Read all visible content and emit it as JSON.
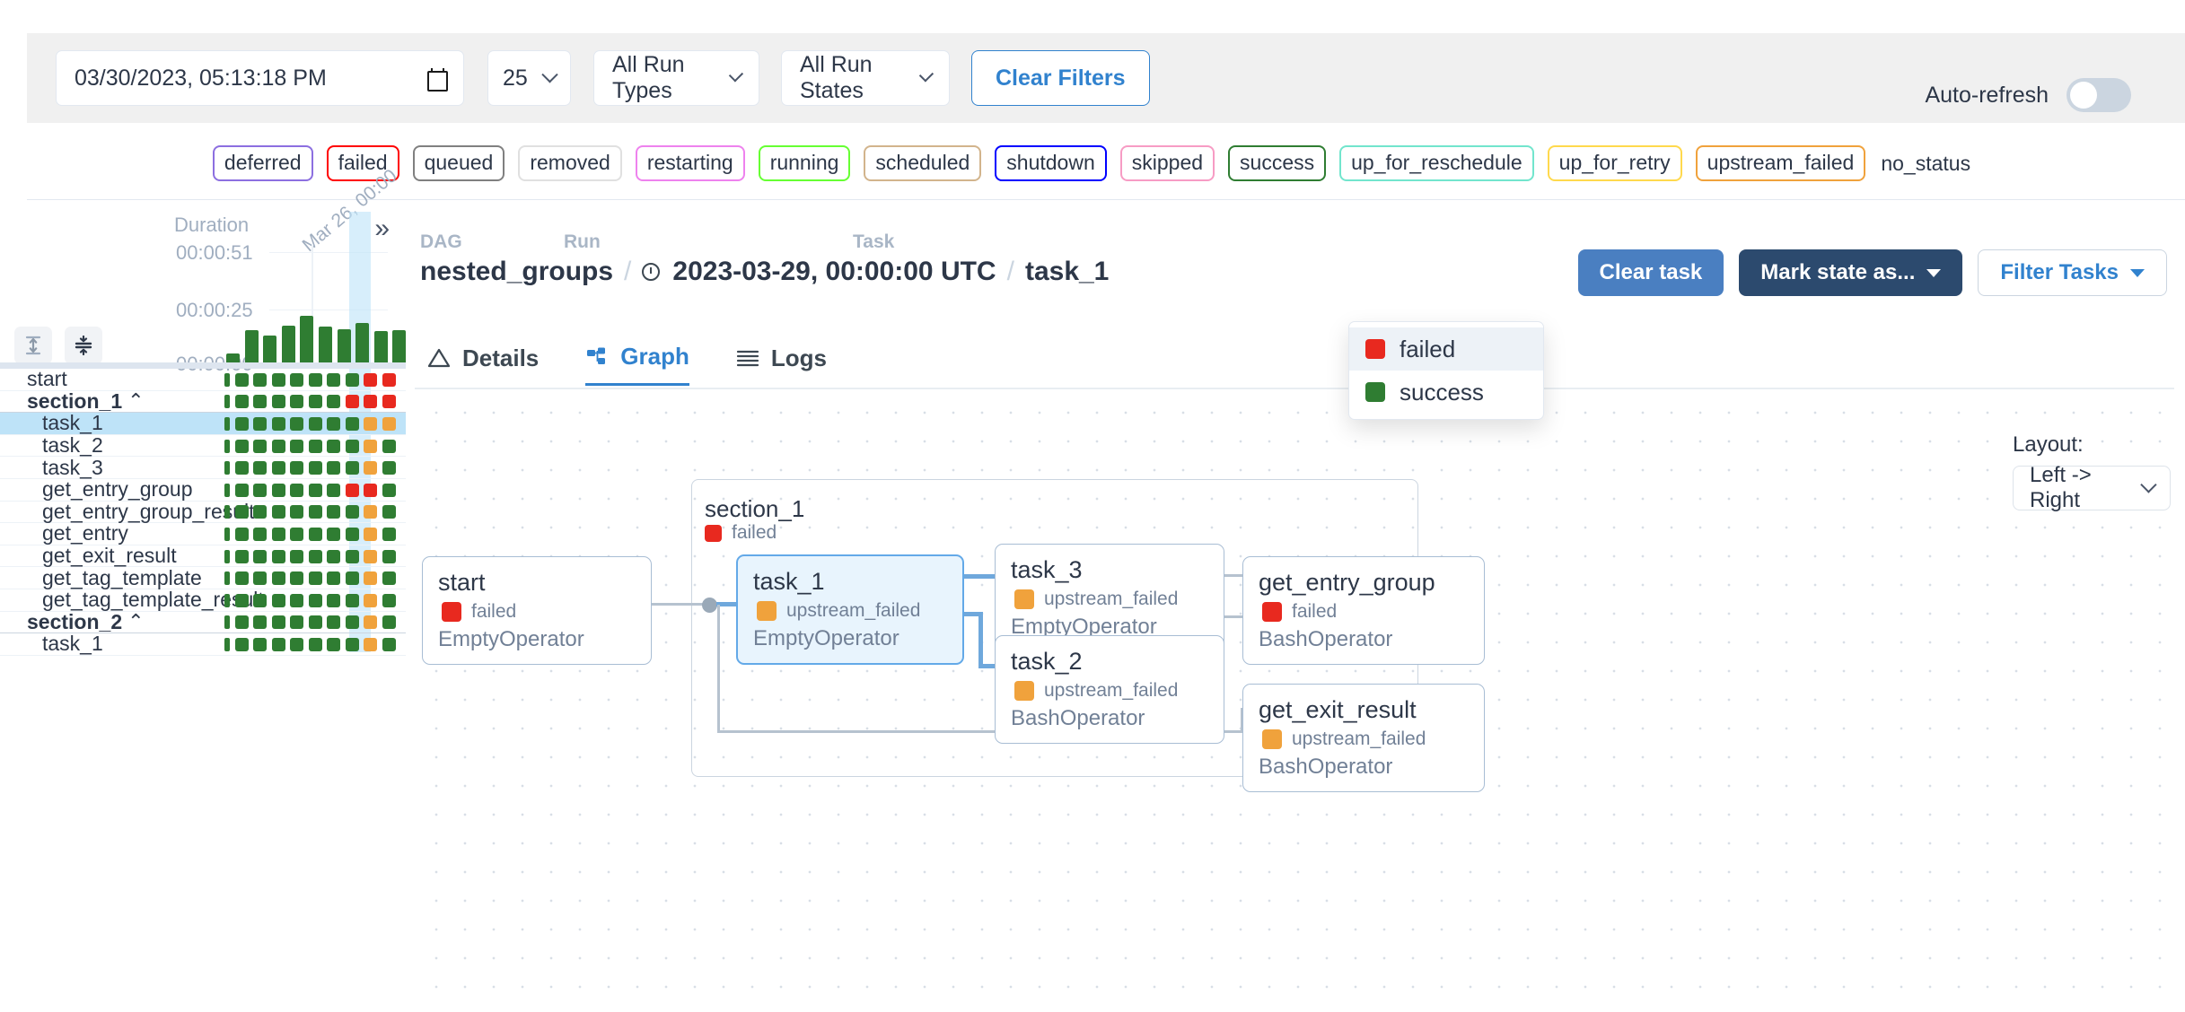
{
  "filters": {
    "date_value": "03/30/2023, 05:13:18 PM",
    "calendar_icon": "calendar-icon",
    "page_size": "25",
    "run_types": "All Run Types",
    "run_states": "All Run States",
    "clear_filters_label": "Clear Filters",
    "auto_refresh_label": "Auto-refresh",
    "auto_refresh_on": false
  },
  "legend": {
    "items": [
      {
        "label": "deferred",
        "color": "#8c6fe0"
      },
      {
        "label": "failed",
        "color": "#ff0000"
      },
      {
        "label": "queued",
        "color": "#808080"
      },
      {
        "label": "removed",
        "color": "#e0e0e0"
      },
      {
        "label": "restarting",
        "color": "#ee82ee"
      },
      {
        "label": "running",
        "color": "#66ff33"
      },
      {
        "label": "scheduled",
        "color": "#d2b48c"
      },
      {
        "label": "shutdown",
        "color": "#0000ff"
      },
      {
        "label": "skipped",
        "color": "#f79cc4"
      },
      {
        "label": "success",
        "color": "#2f7d32"
      },
      {
        "label": "up_for_reschedule",
        "color": "#72e5cd"
      },
      {
        "label": "up_for_retry",
        "color": "#ffd94d"
      },
      {
        "label": "upstream_failed",
        "color": "#f0a23c"
      }
    ],
    "no_status_label": "no_status"
  },
  "grid": {
    "collapse_icon": "collapse-right-icon",
    "duration_label": "Duration",
    "axis_ticks": [
      "00:00:51",
      "00:00:25",
      "00:00:00"
    ],
    "date_label": "Mar 26, 00:00",
    "tool_buttons": [
      {
        "name": "expand-rows-icon"
      },
      {
        "name": "collapse-rows-icon"
      }
    ],
    "bar_heights": [
      14,
      40,
      34,
      45,
      56,
      44,
      41,
      48,
      39,
      40
    ],
    "rows": [
      {
        "label": "start",
        "indent": 0,
        "group": false,
        "selected": false,
        "states": [
          "success",
          "success",
          "success",
          "success",
          "success",
          "success",
          "success",
          "success",
          "failed",
          "failed"
        ]
      },
      {
        "label": "section_1",
        "indent": 0,
        "group": true,
        "selected": false,
        "collapse_icon": "chevron-up-icon",
        "states": [
          "success",
          "success",
          "success",
          "success",
          "success",
          "success",
          "success",
          "failed",
          "failed",
          "failed"
        ]
      },
      {
        "label": "task_1",
        "indent": 1,
        "group": false,
        "selected": true,
        "states": [
          "success",
          "success",
          "success",
          "success",
          "success",
          "success",
          "success",
          "success",
          "upstream_failed",
          "upstream_failed"
        ]
      },
      {
        "label": "task_2",
        "indent": 1,
        "group": false,
        "selected": false,
        "states": [
          "success",
          "success",
          "success",
          "success",
          "success",
          "success",
          "success",
          "success",
          "upstream_failed",
          "success"
        ]
      },
      {
        "label": "task_3",
        "indent": 1,
        "group": false,
        "selected": false,
        "states": [
          "success",
          "success",
          "success",
          "success",
          "success",
          "success",
          "success",
          "success",
          "upstream_failed",
          "success"
        ]
      },
      {
        "label": "get_entry_group",
        "indent": 1,
        "group": false,
        "selected": false,
        "states": [
          "success",
          "success",
          "success",
          "success",
          "success",
          "success",
          "success",
          "failed",
          "failed",
          "success"
        ]
      },
      {
        "label": "get_entry_group_result",
        "indent": 1,
        "group": false,
        "selected": false,
        "states": [
          "success",
          "success",
          "success",
          "success",
          "success",
          "success",
          "success",
          "success",
          "upstream_failed",
          "success"
        ]
      },
      {
        "label": "get_entry",
        "indent": 1,
        "group": false,
        "selected": false,
        "states": [
          "success",
          "success",
          "success",
          "success",
          "success",
          "success",
          "success",
          "success",
          "upstream_failed",
          "success"
        ]
      },
      {
        "label": "get_exit_result",
        "indent": 1,
        "group": false,
        "selected": false,
        "states": [
          "success",
          "success",
          "success",
          "success",
          "success",
          "success",
          "success",
          "success",
          "upstream_failed",
          "success"
        ]
      },
      {
        "label": "get_tag_template",
        "indent": 1,
        "group": false,
        "selected": false,
        "states": [
          "success",
          "success",
          "success",
          "success",
          "success",
          "success",
          "success",
          "success",
          "upstream_failed",
          "success"
        ]
      },
      {
        "label": "get_tag_template_result",
        "indent": 1,
        "group": false,
        "selected": false,
        "states": [
          "success",
          "success",
          "success",
          "success",
          "success",
          "success",
          "success",
          "success",
          "upstream_failed",
          "success"
        ]
      },
      {
        "label": "section_2",
        "indent": 0,
        "group": true,
        "selected": false,
        "collapse_icon": "chevron-up-icon",
        "states": [
          "success",
          "success",
          "success",
          "success",
          "success",
          "success",
          "success",
          "success",
          "upstream_failed",
          "success"
        ]
      },
      {
        "label": "task_1",
        "indent": 1,
        "group": false,
        "selected": false,
        "states": [
          "success",
          "success",
          "success",
          "success",
          "success",
          "success",
          "success",
          "success",
          "upstream_failed",
          "success"
        ]
      }
    ]
  },
  "breadcrumb": {
    "dag_caption": "DAG",
    "dag_value": "nested_groups",
    "run_caption": "Run",
    "run_value": "2023-03-29, 00:00:00 UTC",
    "run_clock_icon": "clock-icon",
    "task_caption": "Task",
    "task_value": "task_1",
    "separator": "/"
  },
  "actions": {
    "clear_task": "Clear task",
    "mark_state": "Mark state as...",
    "filter_tasks": "Filter Tasks"
  },
  "mark_state_menu": {
    "open": true,
    "items": [
      {
        "label": "failed",
        "color": "#e8291f",
        "active": true
      },
      {
        "label": "success",
        "color": "#2f7d32",
        "active": false
      }
    ]
  },
  "tabs": [
    {
      "label": "Details",
      "icon": "triangle-alert-icon",
      "selected": false
    },
    {
      "label": "Graph",
      "icon": "graph-nodes-icon",
      "selected": true
    },
    {
      "label": "Logs",
      "icon": "lines-icon",
      "selected": false
    }
  ],
  "layout": {
    "label": "Layout:",
    "value": "Left -> Right",
    "chevron_icon": "chevron-down-icon"
  },
  "graph": {
    "groups": [
      {
        "title": "section_1",
        "state": "failed",
        "state_color": "#e8291f"
      }
    ],
    "nodes": [
      {
        "id": "start",
        "title": "start",
        "state": "failed",
        "state_color": "#e8291f",
        "operator": "EmptyOperator",
        "selected": false
      },
      {
        "id": "task_1",
        "title": "task_1",
        "state": "upstream_failed",
        "state_color": "#f0a23c",
        "operator": "EmptyOperator",
        "selected": true
      },
      {
        "id": "task_3",
        "title": "task_3",
        "state": "upstream_failed",
        "state_color": "#f0a23c",
        "operator": "EmptyOperator",
        "selected": false
      },
      {
        "id": "task_2",
        "title": "task_2",
        "state": "upstream_failed",
        "state_color": "#f0a23c",
        "operator": "BashOperator",
        "selected": false
      },
      {
        "id": "get_entry_group",
        "title": "get_entry_group",
        "state": "failed",
        "state_color": "#e8291f",
        "operator": "BashOperator",
        "selected": false
      },
      {
        "id": "get_exit_result",
        "title": "get_exit_result",
        "state": "upstream_failed",
        "state_color": "#f0a23c",
        "operator": "BashOperator",
        "selected": false
      }
    ]
  },
  "state_colors": {
    "success": "#2f7d32",
    "failed": "#e8291f",
    "upstream_failed": "#f0a23c"
  }
}
